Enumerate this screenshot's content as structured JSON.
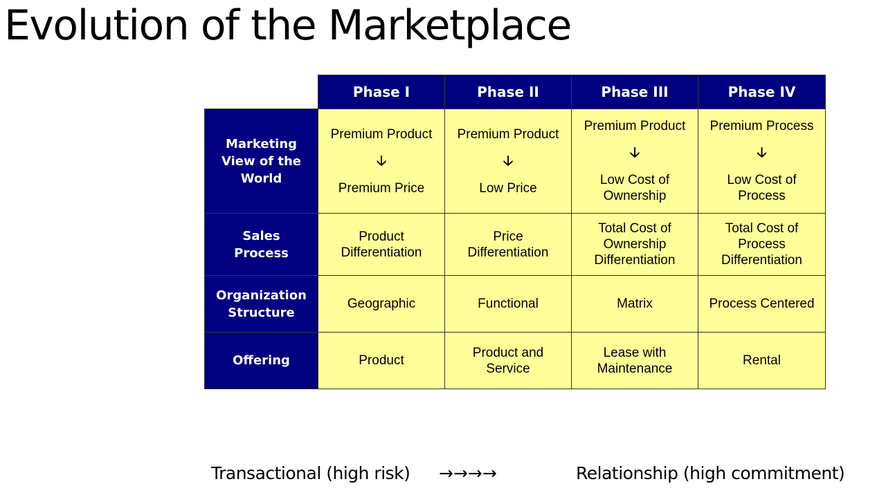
{
  "title": "Evolution of the Marketplace",
  "phases": [
    "Phase I",
    "Phase II",
    "Phase III",
    "Phase IV"
  ],
  "rows": [
    {
      "header": [
        "Marketing",
        "View of the",
        "World"
      ],
      "cells": [
        {
          "top": [
            "Premium Product"
          ],
          "arrow": "🡣",
          "bottom": [
            "Premium Price"
          ]
        },
        {
          "top": [
            "Premium Product"
          ],
          "arrow": "🡣",
          "bottom": [
            "Low Price"
          ]
        },
        {
          "top": [
            "Premium Product"
          ],
          "arrow": "🡣",
          "bottom": [
            "Low Cost of",
            "Ownership"
          ]
        },
        {
          "top": [
            "Premium Process"
          ],
          "arrow": "🡣",
          "bottom": [
            "Low Cost of",
            "Process"
          ]
        }
      ]
    },
    {
      "header": [
        "Sales",
        "Process"
      ],
      "cells": [
        [
          "Product",
          "Differentiation"
        ],
        [
          "Price",
          "Differentiation"
        ],
        [
          "Total Cost of",
          "Ownership",
          "Differentiation"
        ],
        [
          "Total Cost of",
          "Process",
          "Differentiation"
        ]
      ]
    },
    {
      "header": [
        "Organization",
        "Structure"
      ],
      "cells": [
        [
          "Geographic"
        ],
        [
          "Functional"
        ],
        [
          "Matrix"
        ],
        [
          "Process Centered"
        ]
      ]
    },
    {
      "header": [
        "Offering"
      ],
      "cells": [
        [
          "Product"
        ],
        [
          "Product and",
          "Service"
        ],
        [
          "Lease with",
          "Maintenance"
        ],
        [
          "Rental"
        ]
      ]
    }
  ],
  "footer": {
    "left": "Transactional (high risk)",
    "arrows": "→→→→",
    "right": "Relationship (high commitment)"
  },
  "colors": {
    "header_bg": "#000080",
    "header_text": "#ffffff",
    "cell_bg": "#ffff99",
    "border": "#333333"
  }
}
